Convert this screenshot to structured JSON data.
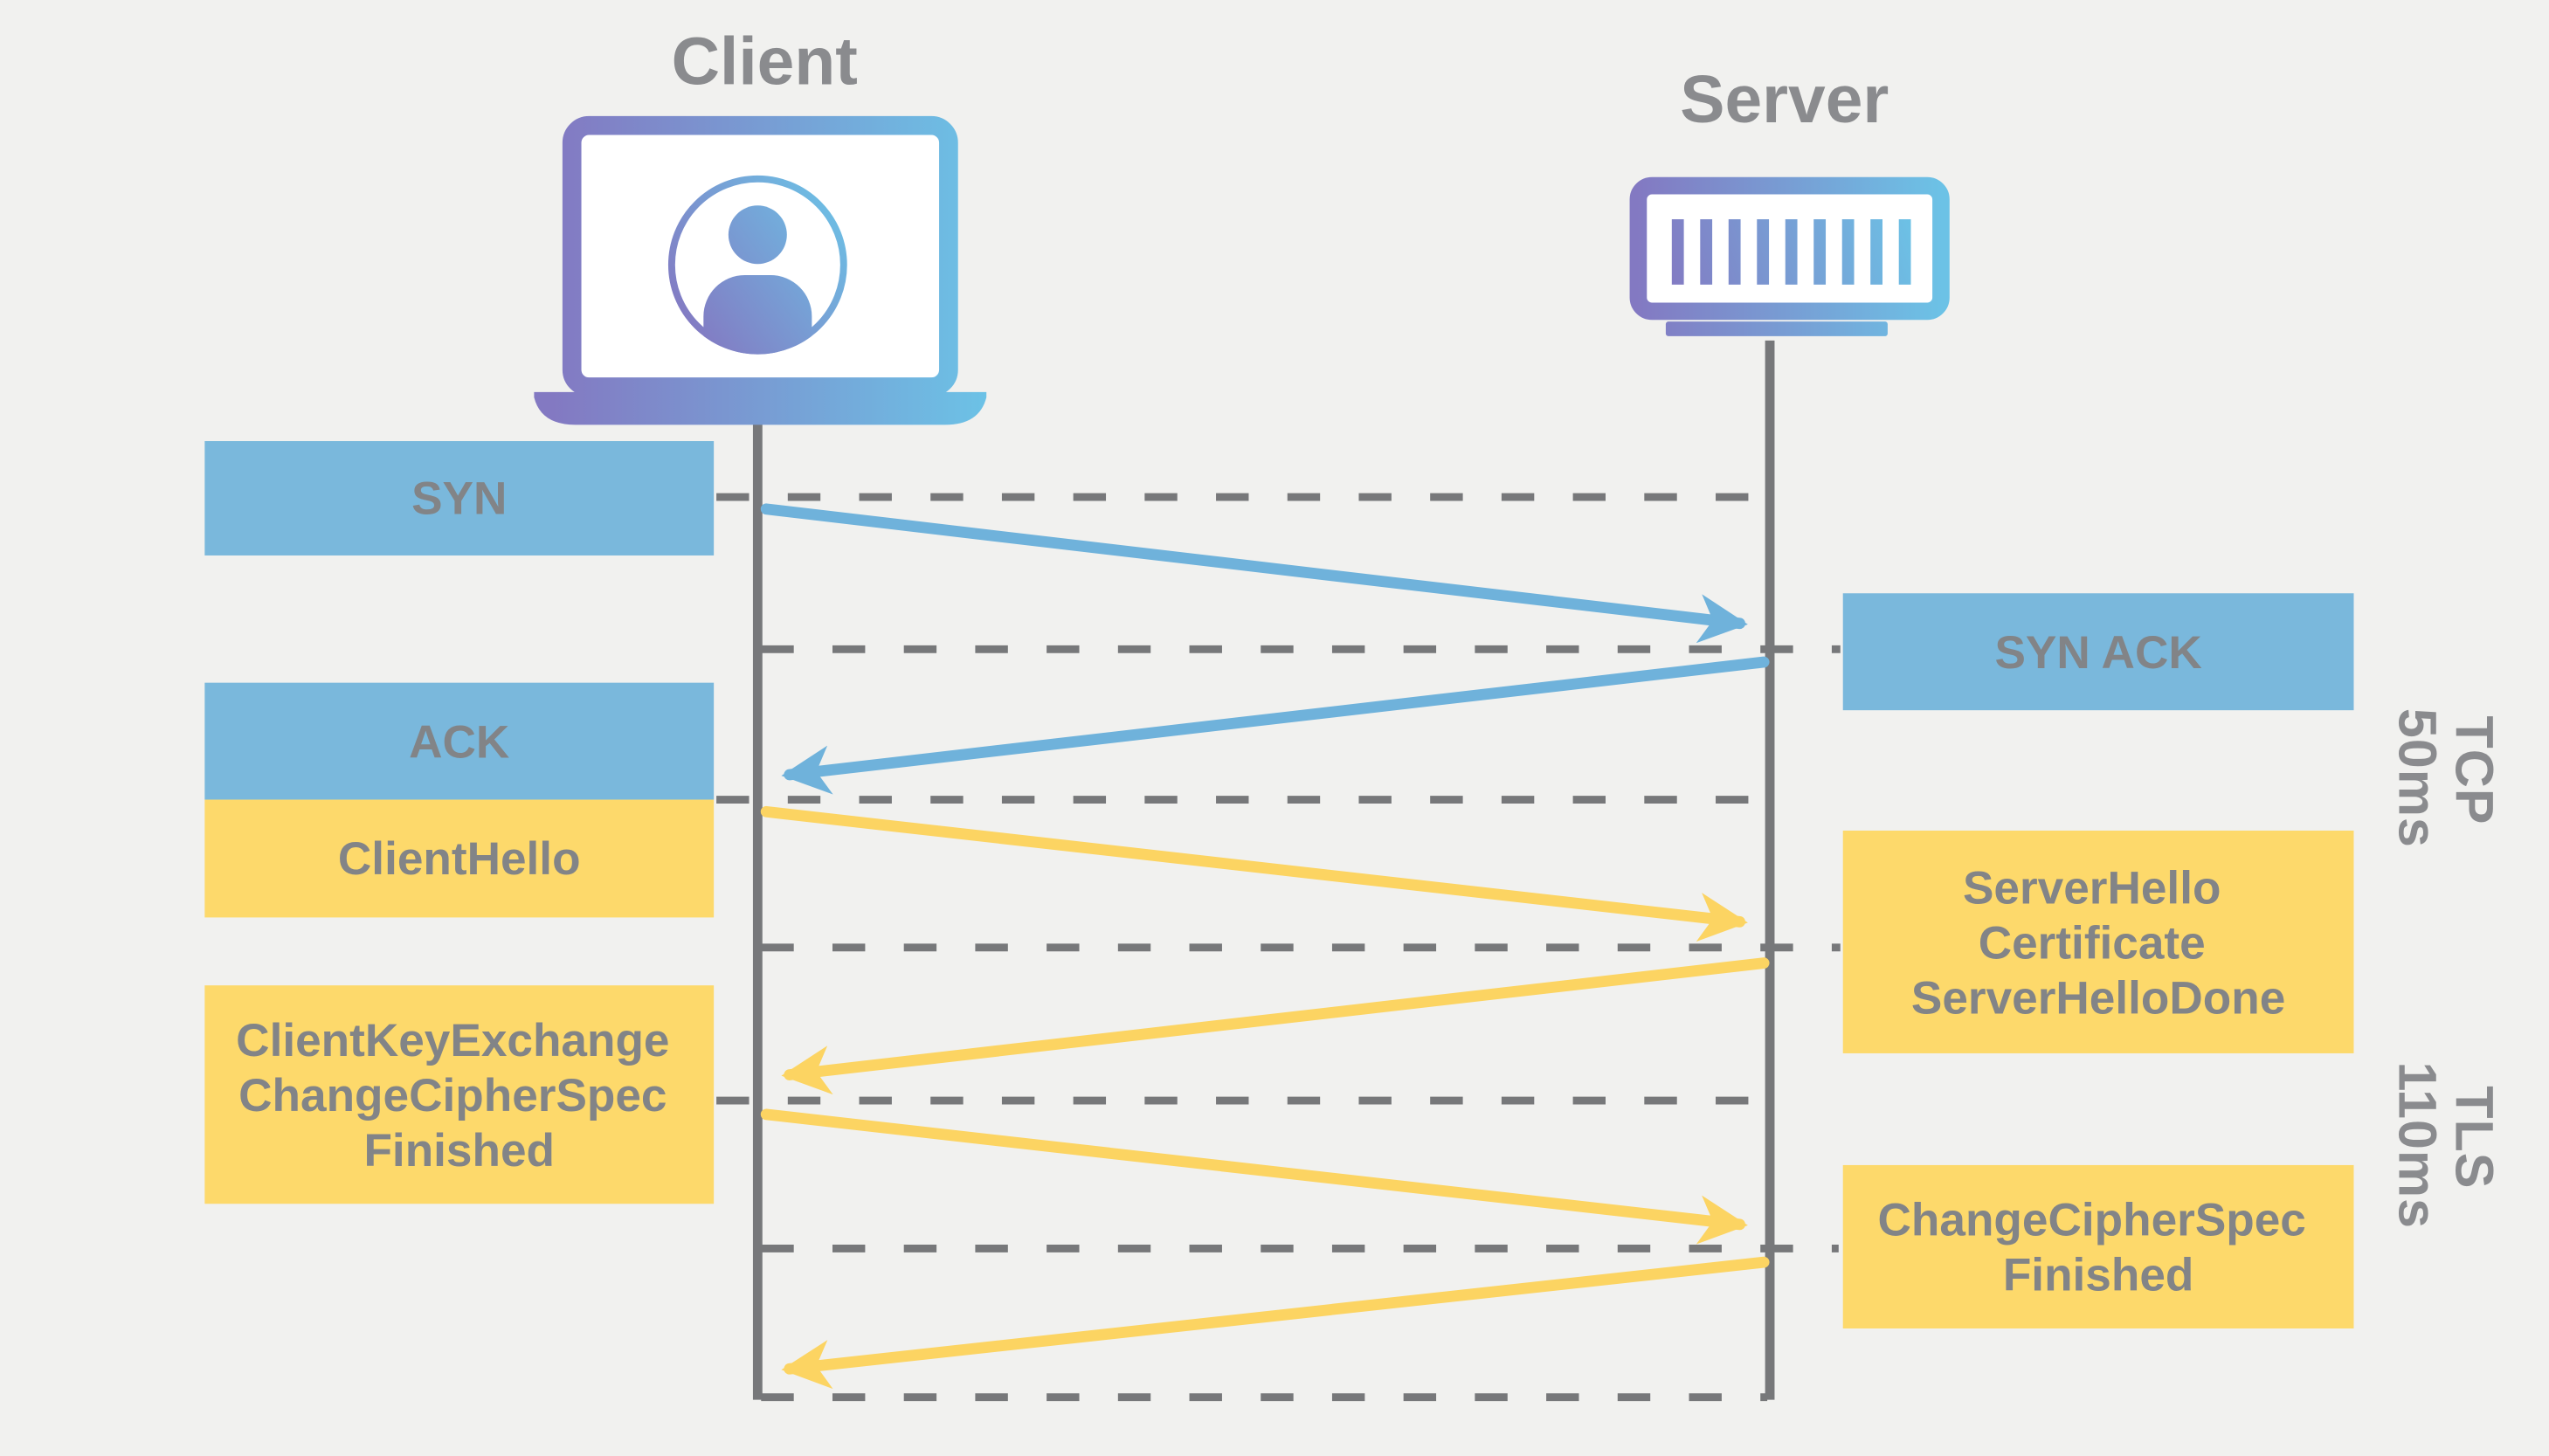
{
  "diagram_type": "sequence-diagram",
  "actors": {
    "client": {
      "label": "Client"
    },
    "server": {
      "label": "Server"
    }
  },
  "messages": {
    "syn": {
      "lines": [
        "SYN"
      ],
      "from": "client",
      "to": "server",
      "protocol": "TCP"
    },
    "syn_ack": {
      "lines": [
        "SYN ACK"
      ],
      "from": "server",
      "to": "client",
      "protocol": "TCP"
    },
    "ack": {
      "lines": [
        "ACK"
      ],
      "from": "client",
      "to": "server",
      "protocol": "TCP"
    },
    "client_hello": {
      "lines": [
        "ClientHello"
      ],
      "from": "client",
      "to": "server",
      "protocol": "TLS"
    },
    "server_hello": {
      "lines": [
        "ServerHello",
        "Certificate",
        "ServerHelloDone"
      ],
      "from": "server",
      "to": "client",
      "protocol": "TLS"
    },
    "client_key_exchange": {
      "lines": [
        "ClientKeyExchange",
        "ChangeCipherSpec",
        "Finished"
      ],
      "from": "client",
      "to": "server",
      "protocol": "TLS"
    },
    "change_cipher_spec": {
      "lines": [
        "ChangeCipherSpec",
        "Finished"
      ],
      "from": "server",
      "to": "client",
      "protocol": "TLS"
    }
  },
  "sections": {
    "tcp": {
      "lines": [
        "TCP",
        "50ms"
      ]
    },
    "tls": {
      "lines": [
        "TLS",
        "110ms"
      ]
    }
  },
  "colors": {
    "bg": "#F1F1EF",
    "box-blue": "#7AB8DC",
    "box-yellow": "#FDD96B",
    "arrow-blue": "#6FB2DB",
    "arrow-yellow": "#FCD462",
    "text-gray": "#828487",
    "label-gray": "#8A8B8E",
    "line-gray": "#77787A",
    "grad-purple": "#8379C2",
    "grad-blue": "#6CC2E6"
  }
}
